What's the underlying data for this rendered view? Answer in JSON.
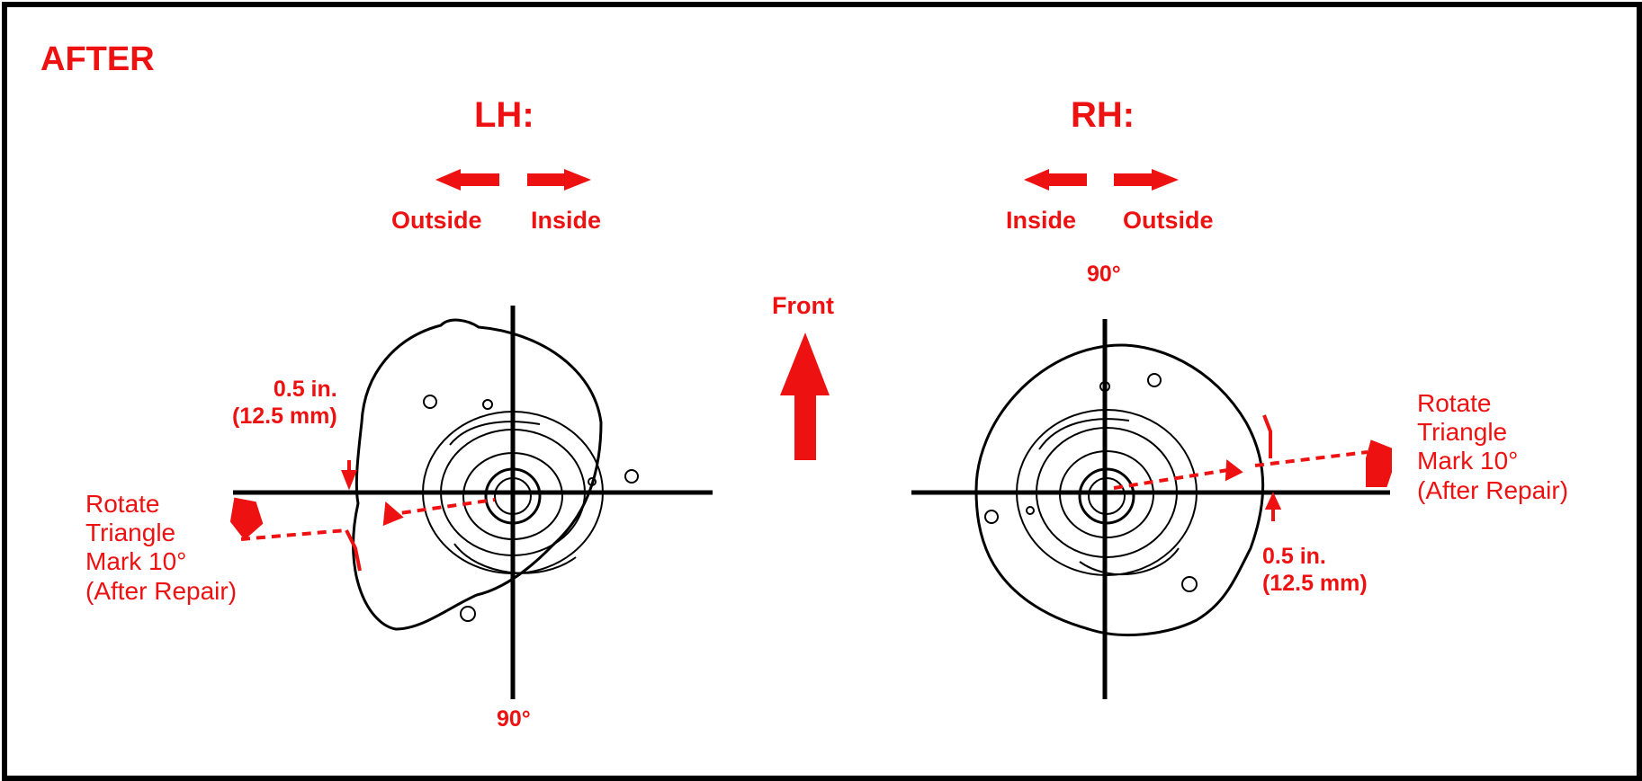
{
  "title": "AFTER",
  "front_label": "Front",
  "lh": {
    "heading": "LH:",
    "left_arrow_label": "Outside",
    "right_arrow_label": "Inside",
    "angle_label": "90°",
    "offset_label": "0.5 in.\n(12.5 mm)",
    "rotate_label": "Rotate\nTriangle\nMark 10°\n(After Repair)"
  },
  "rh": {
    "heading": "RH:",
    "left_arrow_label": "Inside",
    "right_arrow_label": "Outside",
    "angle_label": "90°",
    "offset_label": "0.5 in.\n(12.5 mm)",
    "rotate_label": "Rotate\nTriangle\nMark 10°\n(After Repair)"
  },
  "colors": {
    "annotation": "#ee1111",
    "linework": "#000000",
    "frame": "#000000"
  }
}
